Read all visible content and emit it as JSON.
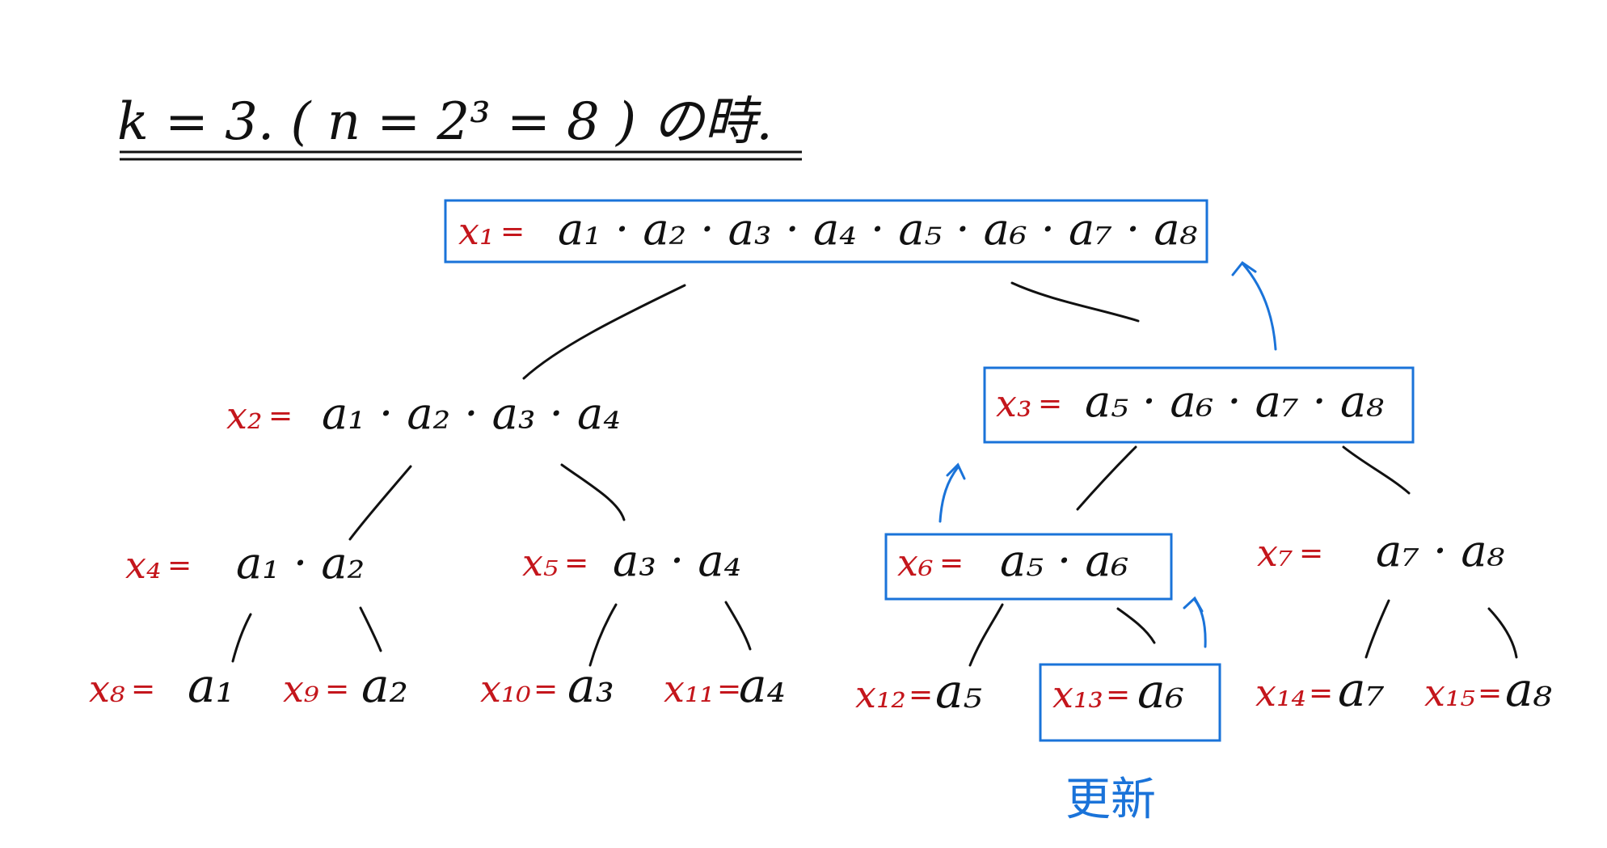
{
  "colors": {
    "ink": "#111111",
    "variable": "#c4161c",
    "highlight": "#1a73d9"
  },
  "title": {
    "text": "k = 3.  ( n = 2³ = 8 )  の時."
  },
  "nodes": [
    {
      "id": 1,
      "var": "x₁",
      "sep": "=",
      "expr": "a₁ · a₂ · a₃ · a₄ · a₅ · a₆ · a₇ · a₈",
      "highlighted": true
    },
    {
      "id": 2,
      "var": "x₂",
      "sep": "=",
      "expr": "a₁ · a₂ · a₃ · a₄",
      "highlighted": false
    },
    {
      "id": 3,
      "var": "x₃",
      "sep": "=",
      "expr": "a₅ · a₆ · a₇ · a₈",
      "highlighted": true
    },
    {
      "id": 4,
      "var": "x₄",
      "sep": "=",
      "expr": "a₁ · a₂",
      "highlighted": false
    },
    {
      "id": 5,
      "var": "x₅",
      "sep": "=",
      "expr": "a₃ · a₄",
      "highlighted": false
    },
    {
      "id": 6,
      "var": "x₆",
      "sep": "=",
      "expr": "a₅ · a₆",
      "highlighted": true
    },
    {
      "id": 7,
      "var": "x₇",
      "sep": "=",
      "expr": "a₇ · a₈",
      "highlighted": false
    },
    {
      "id": 8,
      "var": "x₈",
      "sep": "=",
      "expr": "a₁",
      "highlighted": false
    },
    {
      "id": 9,
      "var": "x₉",
      "sep": "=",
      "expr": "a₂",
      "highlighted": false
    },
    {
      "id": 10,
      "var": "x₁₀",
      "sep": "=",
      "expr": "a₃",
      "highlighted": false
    },
    {
      "id": 11,
      "var": "x₁₁",
      "sep": "=",
      "expr": "a₄",
      "highlighted": false
    },
    {
      "id": 12,
      "var": "x₁₂",
      "sep": "=",
      "expr": "a₅",
      "highlighted": false
    },
    {
      "id": 13,
      "var": "x₁₃",
      "sep": "=",
      "expr": "a₆",
      "highlighted": true
    },
    {
      "id": 14,
      "var": "x₁₄",
      "sep": "=",
      "expr": "a₇",
      "highlighted": false
    },
    {
      "id": 15,
      "var": "x₁₅",
      "sep": "=",
      "expr": "a₈",
      "highlighted": false
    }
  ],
  "update_label": "更新"
}
